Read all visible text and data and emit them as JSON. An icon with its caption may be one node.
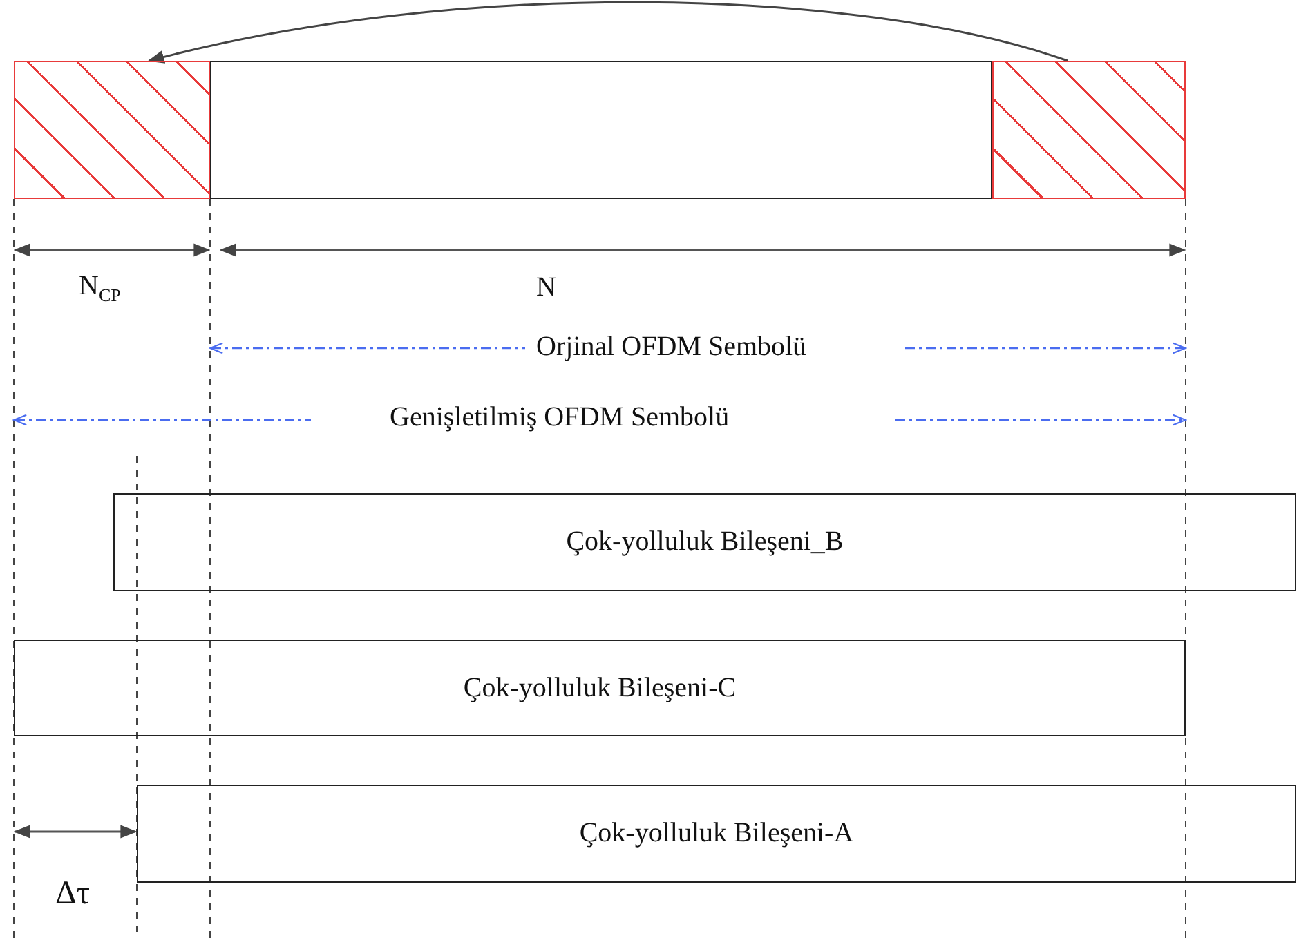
{
  "diagram": {
    "nodes": [
      {
        "text": [],
        "shape": "box"
      },
      {
        "text": [],
        "shape": "box"
      },
      {
        "text": [],
        "shape": "box"
      },
      {
        "text": [
          "Çok-yolluluk Bileşeni_B"
        ]
      },
      {
        "text": [
          "Çok-yolluluk Bileşeni-C"
        ]
      },
      {
        "text": [
          "Çok-yolluluk Bileşeni-A"
        ]
      }
    ],
    "edges": [
      {
        "from": 2,
        "to": 0,
        "arrow": "to"
      }
    ],
    "labels": [
      "N$_{CP}$",
      "N",
      "Orjinal OFDM Sembolü",
      "Genişletilmiş OFDM Sembolü",
      "Δτ"
    ]
  }
}
